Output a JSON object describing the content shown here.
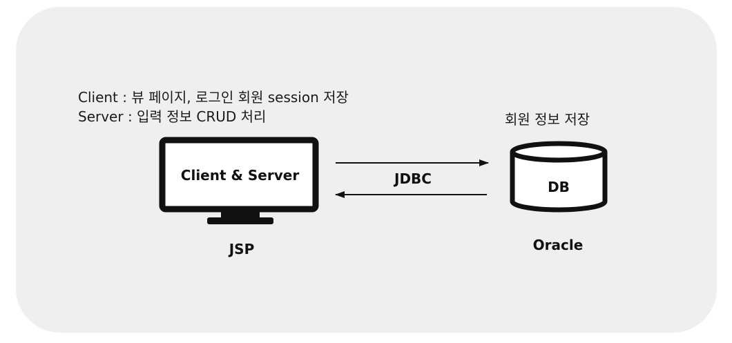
{
  "description": {
    "client_line": "Client : 뷰 페이지, 로그인 회원 session 저장",
    "server_line": "Server : 입력 정보 CRUD 처리"
  },
  "monitor": {
    "label": "Client & Server",
    "caption": "JSP"
  },
  "connection": {
    "label": "JDBC"
  },
  "database": {
    "caption_top": "회원 정보 저장",
    "label": "DB",
    "caption": "Oracle"
  },
  "colors": {
    "panel": "#efefef",
    "stroke": "#111111"
  }
}
